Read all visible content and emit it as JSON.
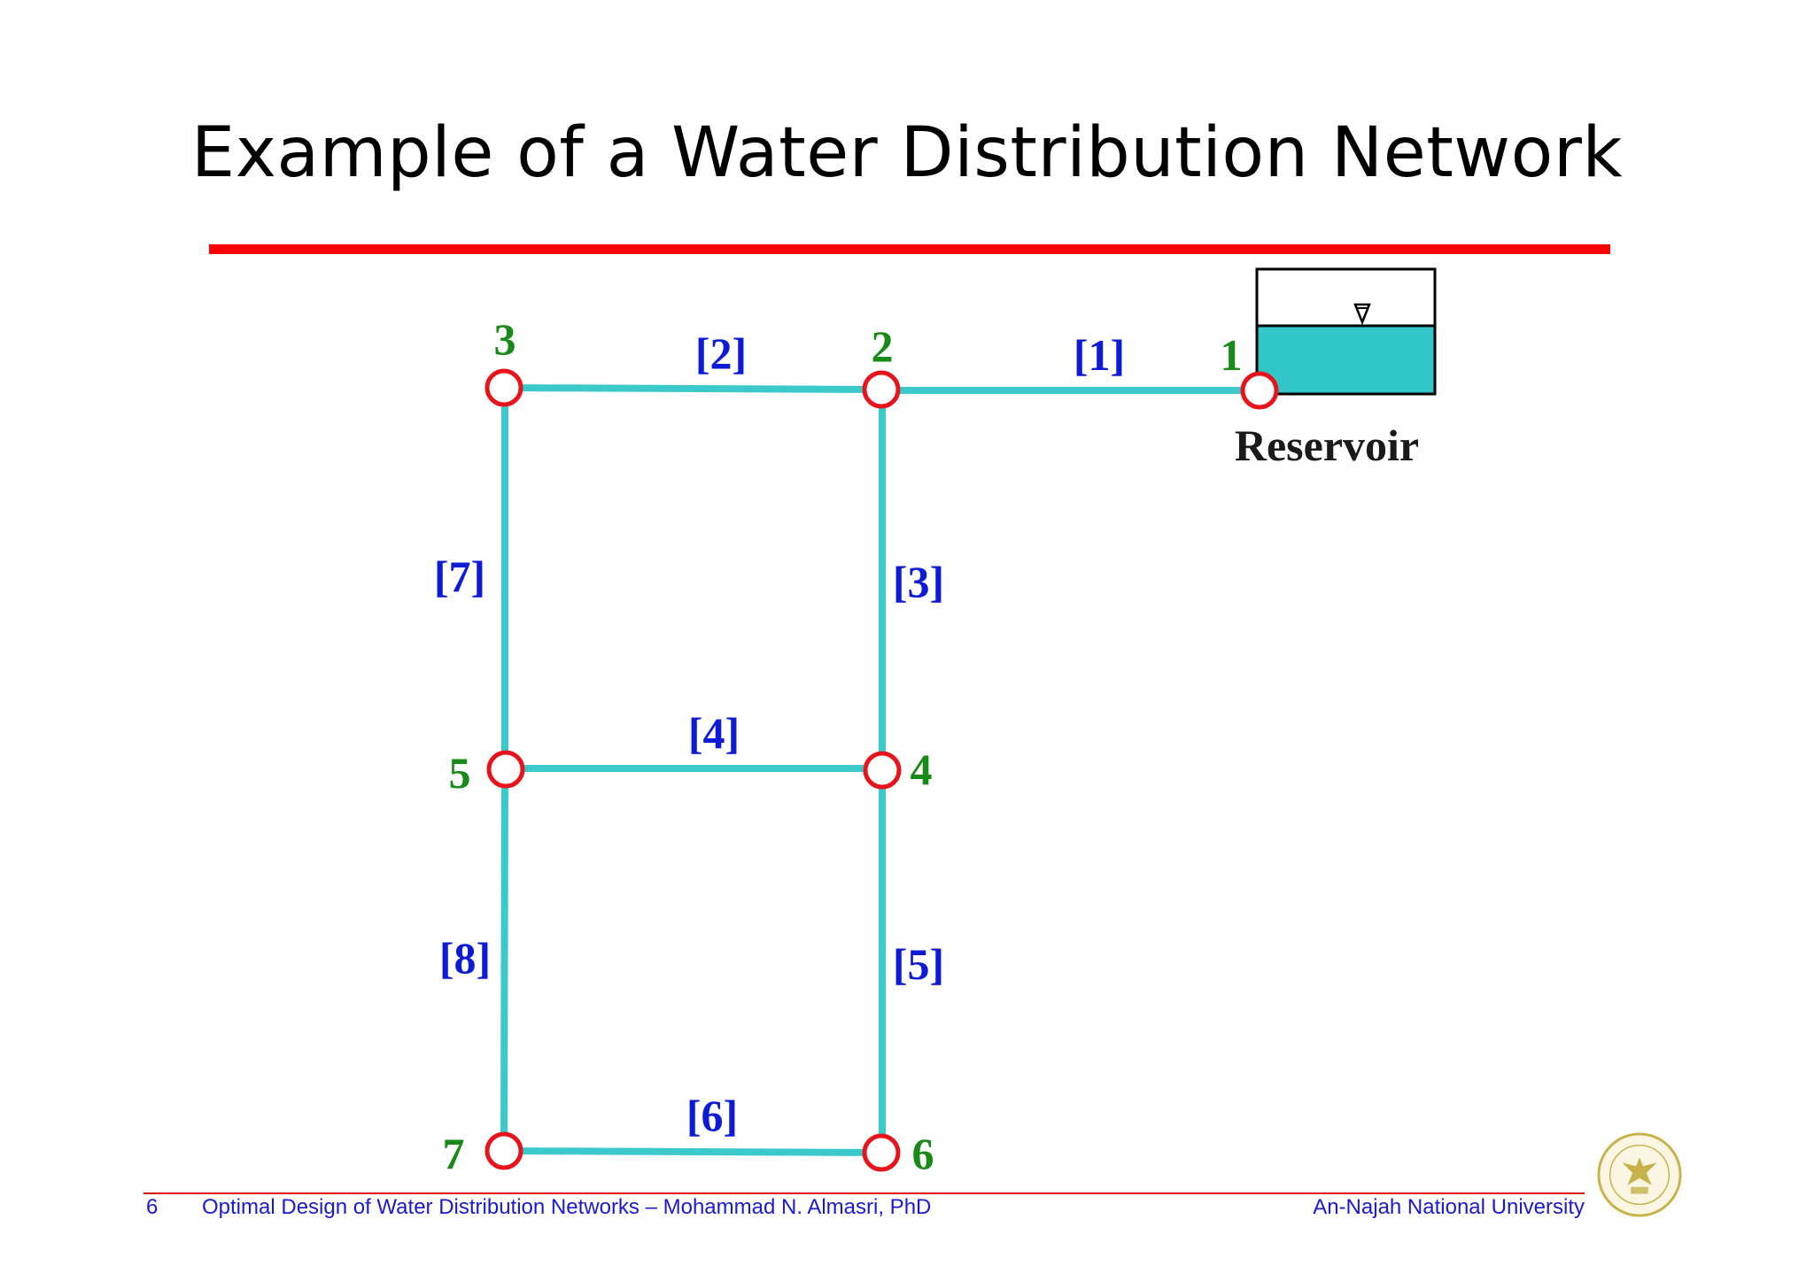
{
  "slide": {
    "title": "Example of a Water Distribution Network"
  },
  "diagram": {
    "pipes": [
      {
        "id": 1,
        "label": "[1]"
      },
      {
        "id": 2,
        "label": "[2]"
      },
      {
        "id": 3,
        "label": "[3]"
      },
      {
        "id": 4,
        "label": "[4]"
      },
      {
        "id": 5,
        "label": "[5]"
      },
      {
        "id": 6,
        "label": "[6]"
      },
      {
        "id": 7,
        "label": "[7]"
      },
      {
        "id": 8,
        "label": "[8]"
      }
    ],
    "nodes": [
      {
        "id": 1,
        "label": "1"
      },
      {
        "id": 2,
        "label": "2"
      },
      {
        "id": 3,
        "label": "3"
      },
      {
        "id": 4,
        "label": "4"
      },
      {
        "id": 5,
        "label": "5"
      },
      {
        "id": 6,
        "label": "6"
      },
      {
        "id": 7,
        "label": "7"
      }
    ],
    "reservoir": {
      "label": "Reservoir"
    }
  },
  "footer": {
    "page_number": "6",
    "course": "Optimal Design of Water Distribution Networks – Mohammad N. Almasri, PhD",
    "university": "An-Najah National University"
  },
  "colors": {
    "title_rule": "#ff0000",
    "pipe": "#3cc9cc",
    "water": "#33c6c9",
    "node_outline": "#e8141b",
    "pipe_label": "#0d1ad6",
    "node_label": "#178a17",
    "footer_rule": "#e01010",
    "footer_text": "#1a1ad0",
    "logo": "#c8b24a"
  }
}
